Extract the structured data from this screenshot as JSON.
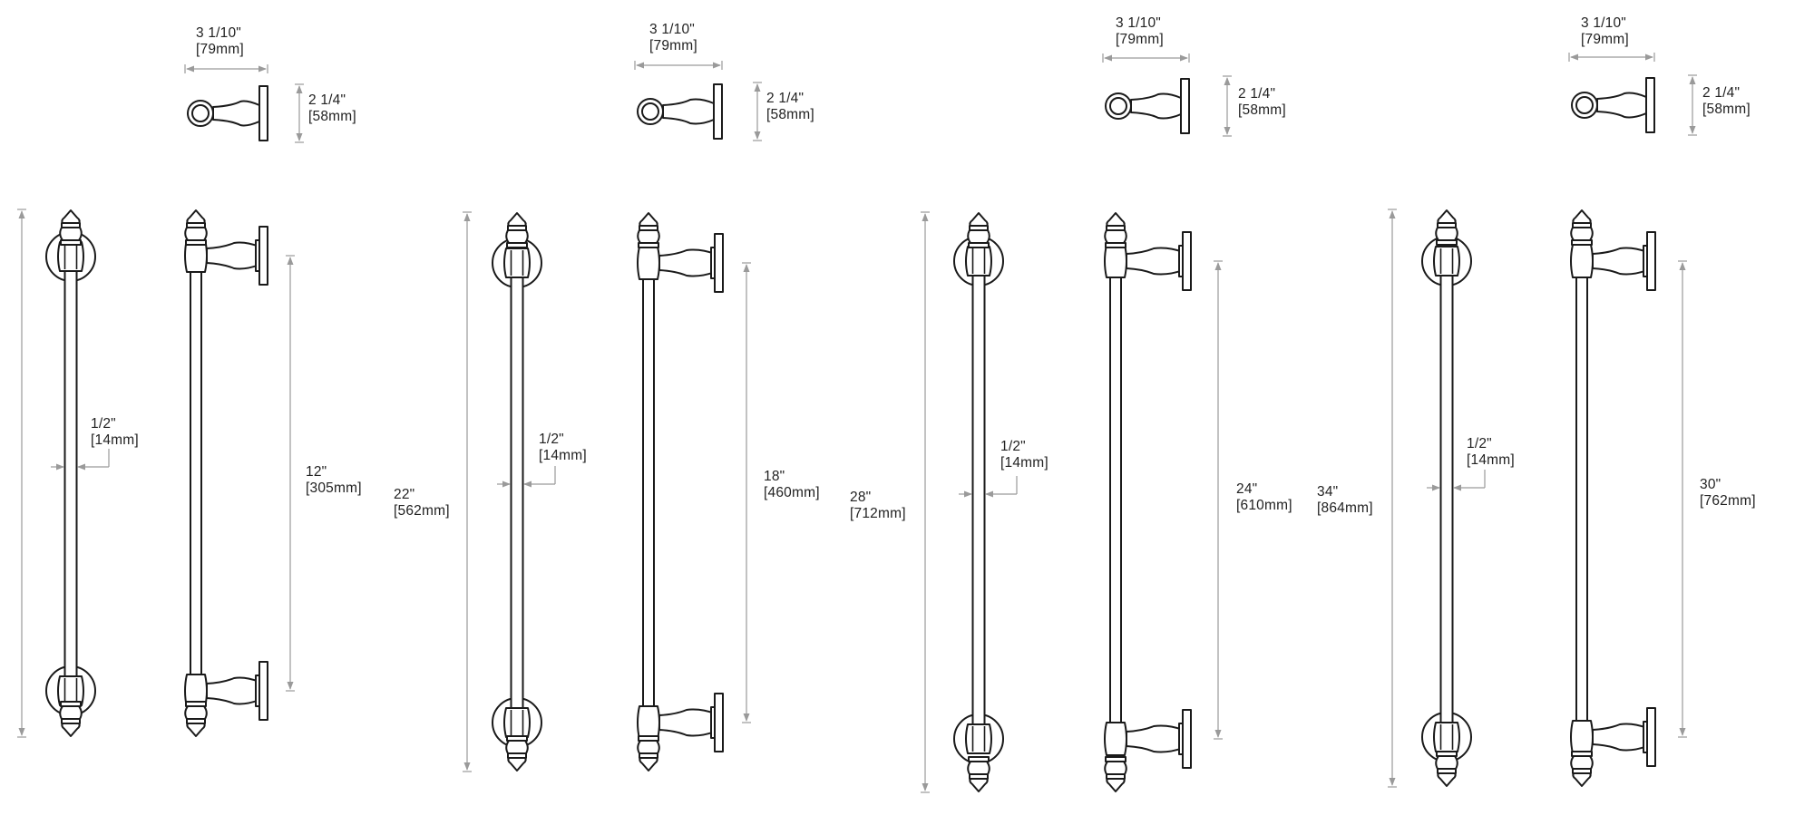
{
  "handles": [
    {
      "id": "12in",
      "projection": {
        "width": "3 1/10\"",
        "width_mm": "[79mm]",
        "height": "2 1/4\"",
        "height_mm": "[58mm]"
      },
      "diameter": "1/2\"",
      "diameter_mm": "[14mm]",
      "overall": "22\"",
      "overall_mm": "[562mm]",
      "center": "12\"",
      "center_mm": "[305mm]"
    },
    {
      "id": "18in",
      "projection": {
        "width": "3 1/10\"",
        "width_mm": "[79mm]",
        "height": "2 1/4\"",
        "height_mm": "[58mm]"
      },
      "diameter": "1/2\"",
      "diameter_mm": "[14mm]",
      "overall": "28\"",
      "overall_mm": "[712mm]",
      "center": "18\"",
      "center_mm": "[460mm]"
    },
    {
      "id": "24in",
      "projection": {
        "width": "3 1/10\"",
        "width_mm": "[79mm]",
        "height": "2 1/4\"",
        "height_mm": "[58mm]"
      },
      "diameter": "1/2\"",
      "diameter_mm": "[14mm]",
      "overall": "34\"",
      "overall_mm": "[864mm]",
      "center": "24\"",
      "center_mm": "[610mm]"
    },
    {
      "id": "30in",
      "projection": {
        "width": "3 1/10\"",
        "width_mm": "[79mm]",
        "height": "2 1/4\"",
        "height_mm": "[58mm]"
      },
      "diameter": "1/2\"",
      "diameter_mm": "[14mm]",
      "center": "30\"",
      "center_mm": "[762mm]"
    }
  ]
}
